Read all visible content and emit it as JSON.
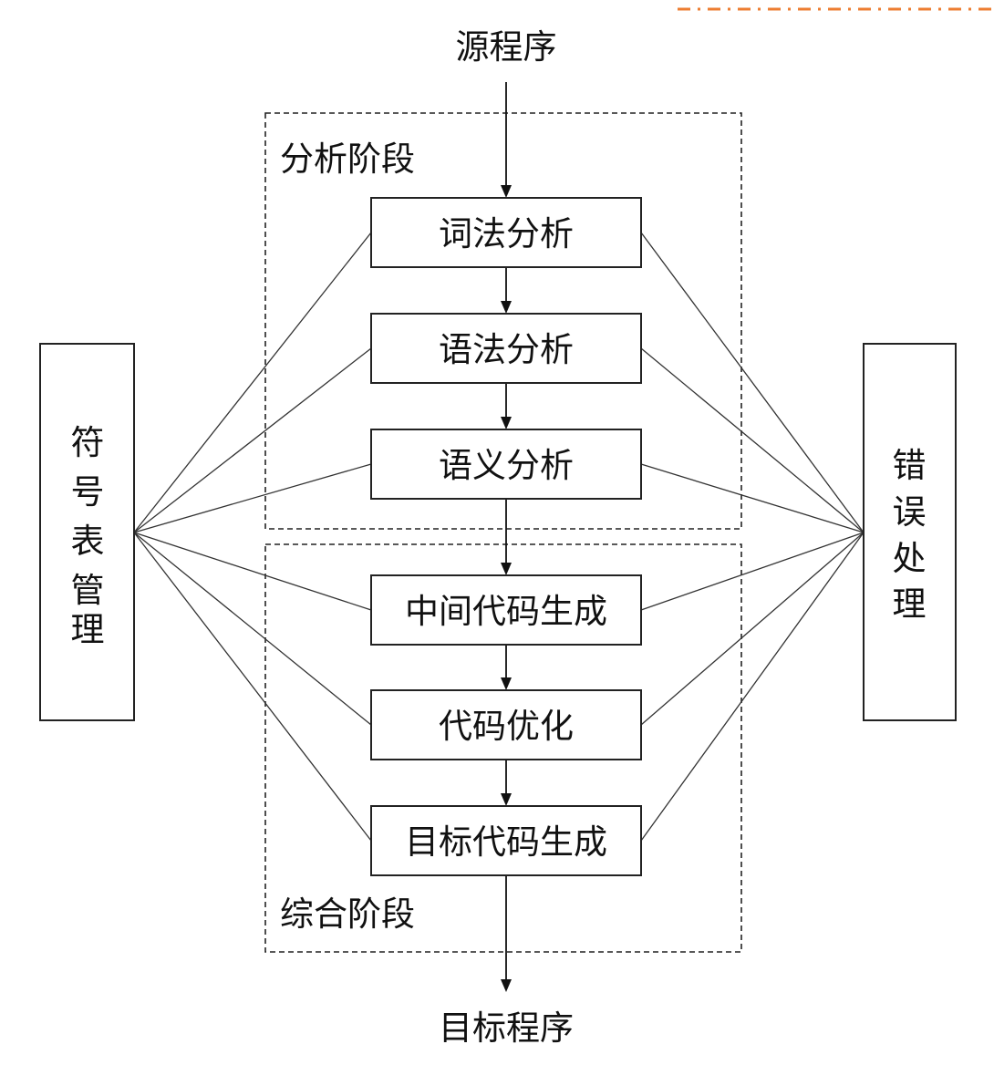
{
  "diagram": {
    "title_source": "源程序",
    "title_target": "目标程序",
    "phase_groups": [
      {
        "id": "analysis",
        "label": "分析阶段"
      },
      {
        "id": "synthesis",
        "label": "综合阶段"
      }
    ],
    "stages": [
      {
        "id": "lexical",
        "label": "词法分析",
        "group": "analysis"
      },
      {
        "id": "syntax",
        "label": "语法分析",
        "group": "analysis"
      },
      {
        "id": "semantic",
        "label": "语义分析",
        "group": "analysis"
      },
      {
        "id": "ir",
        "label": "中间代码生成",
        "group": "synthesis"
      },
      {
        "id": "optimize",
        "label": "代码优化",
        "group": "synthesis"
      },
      {
        "id": "codegen",
        "label": "目标代码生成",
        "group": "synthesis"
      }
    ],
    "side_left": {
      "label": "符号表管理",
      "chars": [
        "符",
        "号",
        "表",
        "管",
        "理"
      ]
    },
    "side_right": {
      "label": "错误处理",
      "chars": [
        "错",
        "误",
        "处",
        "理"
      ]
    },
    "accent_color": "#ed7d31"
  }
}
